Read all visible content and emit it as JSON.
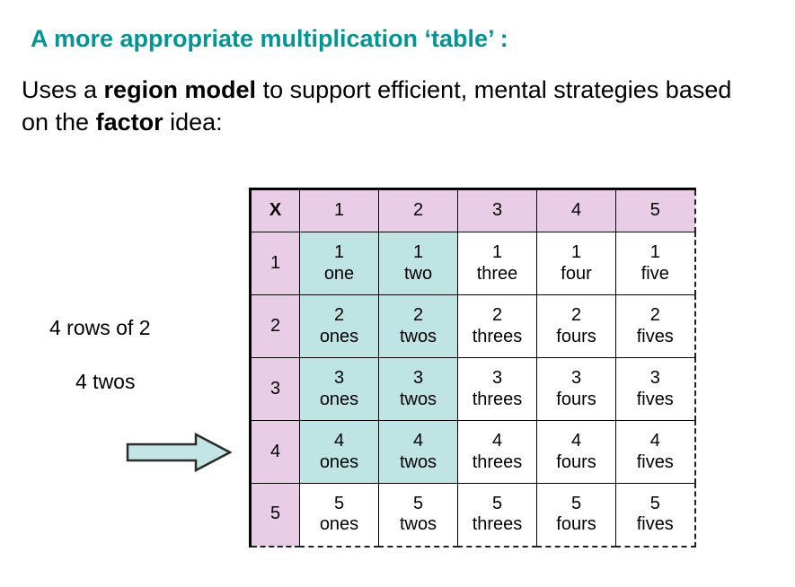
{
  "slide": {
    "title": "A more appropriate multiplication ‘table’ :",
    "title_color": "#039494",
    "body_prefix": "Uses a ",
    "body_bold_1": "region model",
    "body_middle": " to support efficient, mental strategies based on the ",
    "body_bold_2": "factor",
    "body_suffix": " idea:"
  },
  "annotations": {
    "rows_of": "4 rows of 2",
    "twos": "4 twos",
    "arrow": "arrow-right-icon"
  },
  "colors": {
    "header_pink": "#e9cce6",
    "highlight_cyan": "#bfe4e4",
    "arrow_fill": "#c3e5e5",
    "arrow_stroke": "#2b2b2b",
    "border": "#000000"
  },
  "table": {
    "corner_label": "X",
    "column_headers": [
      "1",
      "2",
      "3",
      "4",
      "5"
    ],
    "row_headers": [
      "1",
      "2",
      "3",
      "4",
      "5"
    ],
    "rows": [
      {
        "label": "1",
        "cells": [
          {
            "num": "1",
            "word": "one",
            "highlight": true
          },
          {
            "num": "1",
            "word": "two",
            "highlight": true
          },
          {
            "num": "1",
            "word": "three",
            "highlight": false
          },
          {
            "num": "1",
            "word": "four",
            "highlight": false
          },
          {
            "num": "1",
            "word": "five",
            "highlight": false
          }
        ]
      },
      {
        "label": "2",
        "cells": [
          {
            "num": "2",
            "word": "ones",
            "highlight": true
          },
          {
            "num": "2",
            "word": "twos",
            "highlight": true
          },
          {
            "num": "2",
            "word": "threes",
            "highlight": false
          },
          {
            "num": "2",
            "word": "fours",
            "highlight": false
          },
          {
            "num": "2",
            "word": "fives",
            "highlight": false
          }
        ]
      },
      {
        "label": "3",
        "cells": [
          {
            "num": "3",
            "word": "ones",
            "highlight": true
          },
          {
            "num": "3",
            "word": "twos",
            "highlight": true
          },
          {
            "num": "3",
            "word": "threes",
            "highlight": false
          },
          {
            "num": "3",
            "word": "fours",
            "highlight": false
          },
          {
            "num": "3",
            "word": "fives",
            "highlight": false
          }
        ]
      },
      {
        "label": "4",
        "cells": [
          {
            "num": "4",
            "word": "ones",
            "highlight": true
          },
          {
            "num": "4",
            "word": "twos",
            "highlight": true
          },
          {
            "num": "4",
            "word": "threes",
            "highlight": false
          },
          {
            "num": "4",
            "word": "fours",
            "highlight": false
          },
          {
            "num": "4",
            "word": "fives",
            "highlight": false
          }
        ]
      },
      {
        "label": "5",
        "cells": [
          {
            "num": "5",
            "word": "ones",
            "highlight": false
          },
          {
            "num": "5",
            "word": "twos",
            "highlight": false
          },
          {
            "num": "5",
            "word": "threes",
            "highlight": false
          },
          {
            "num": "5",
            "word": "fours",
            "highlight": false
          },
          {
            "num": "5",
            "word": "fives",
            "highlight": false
          }
        ]
      }
    ]
  }
}
